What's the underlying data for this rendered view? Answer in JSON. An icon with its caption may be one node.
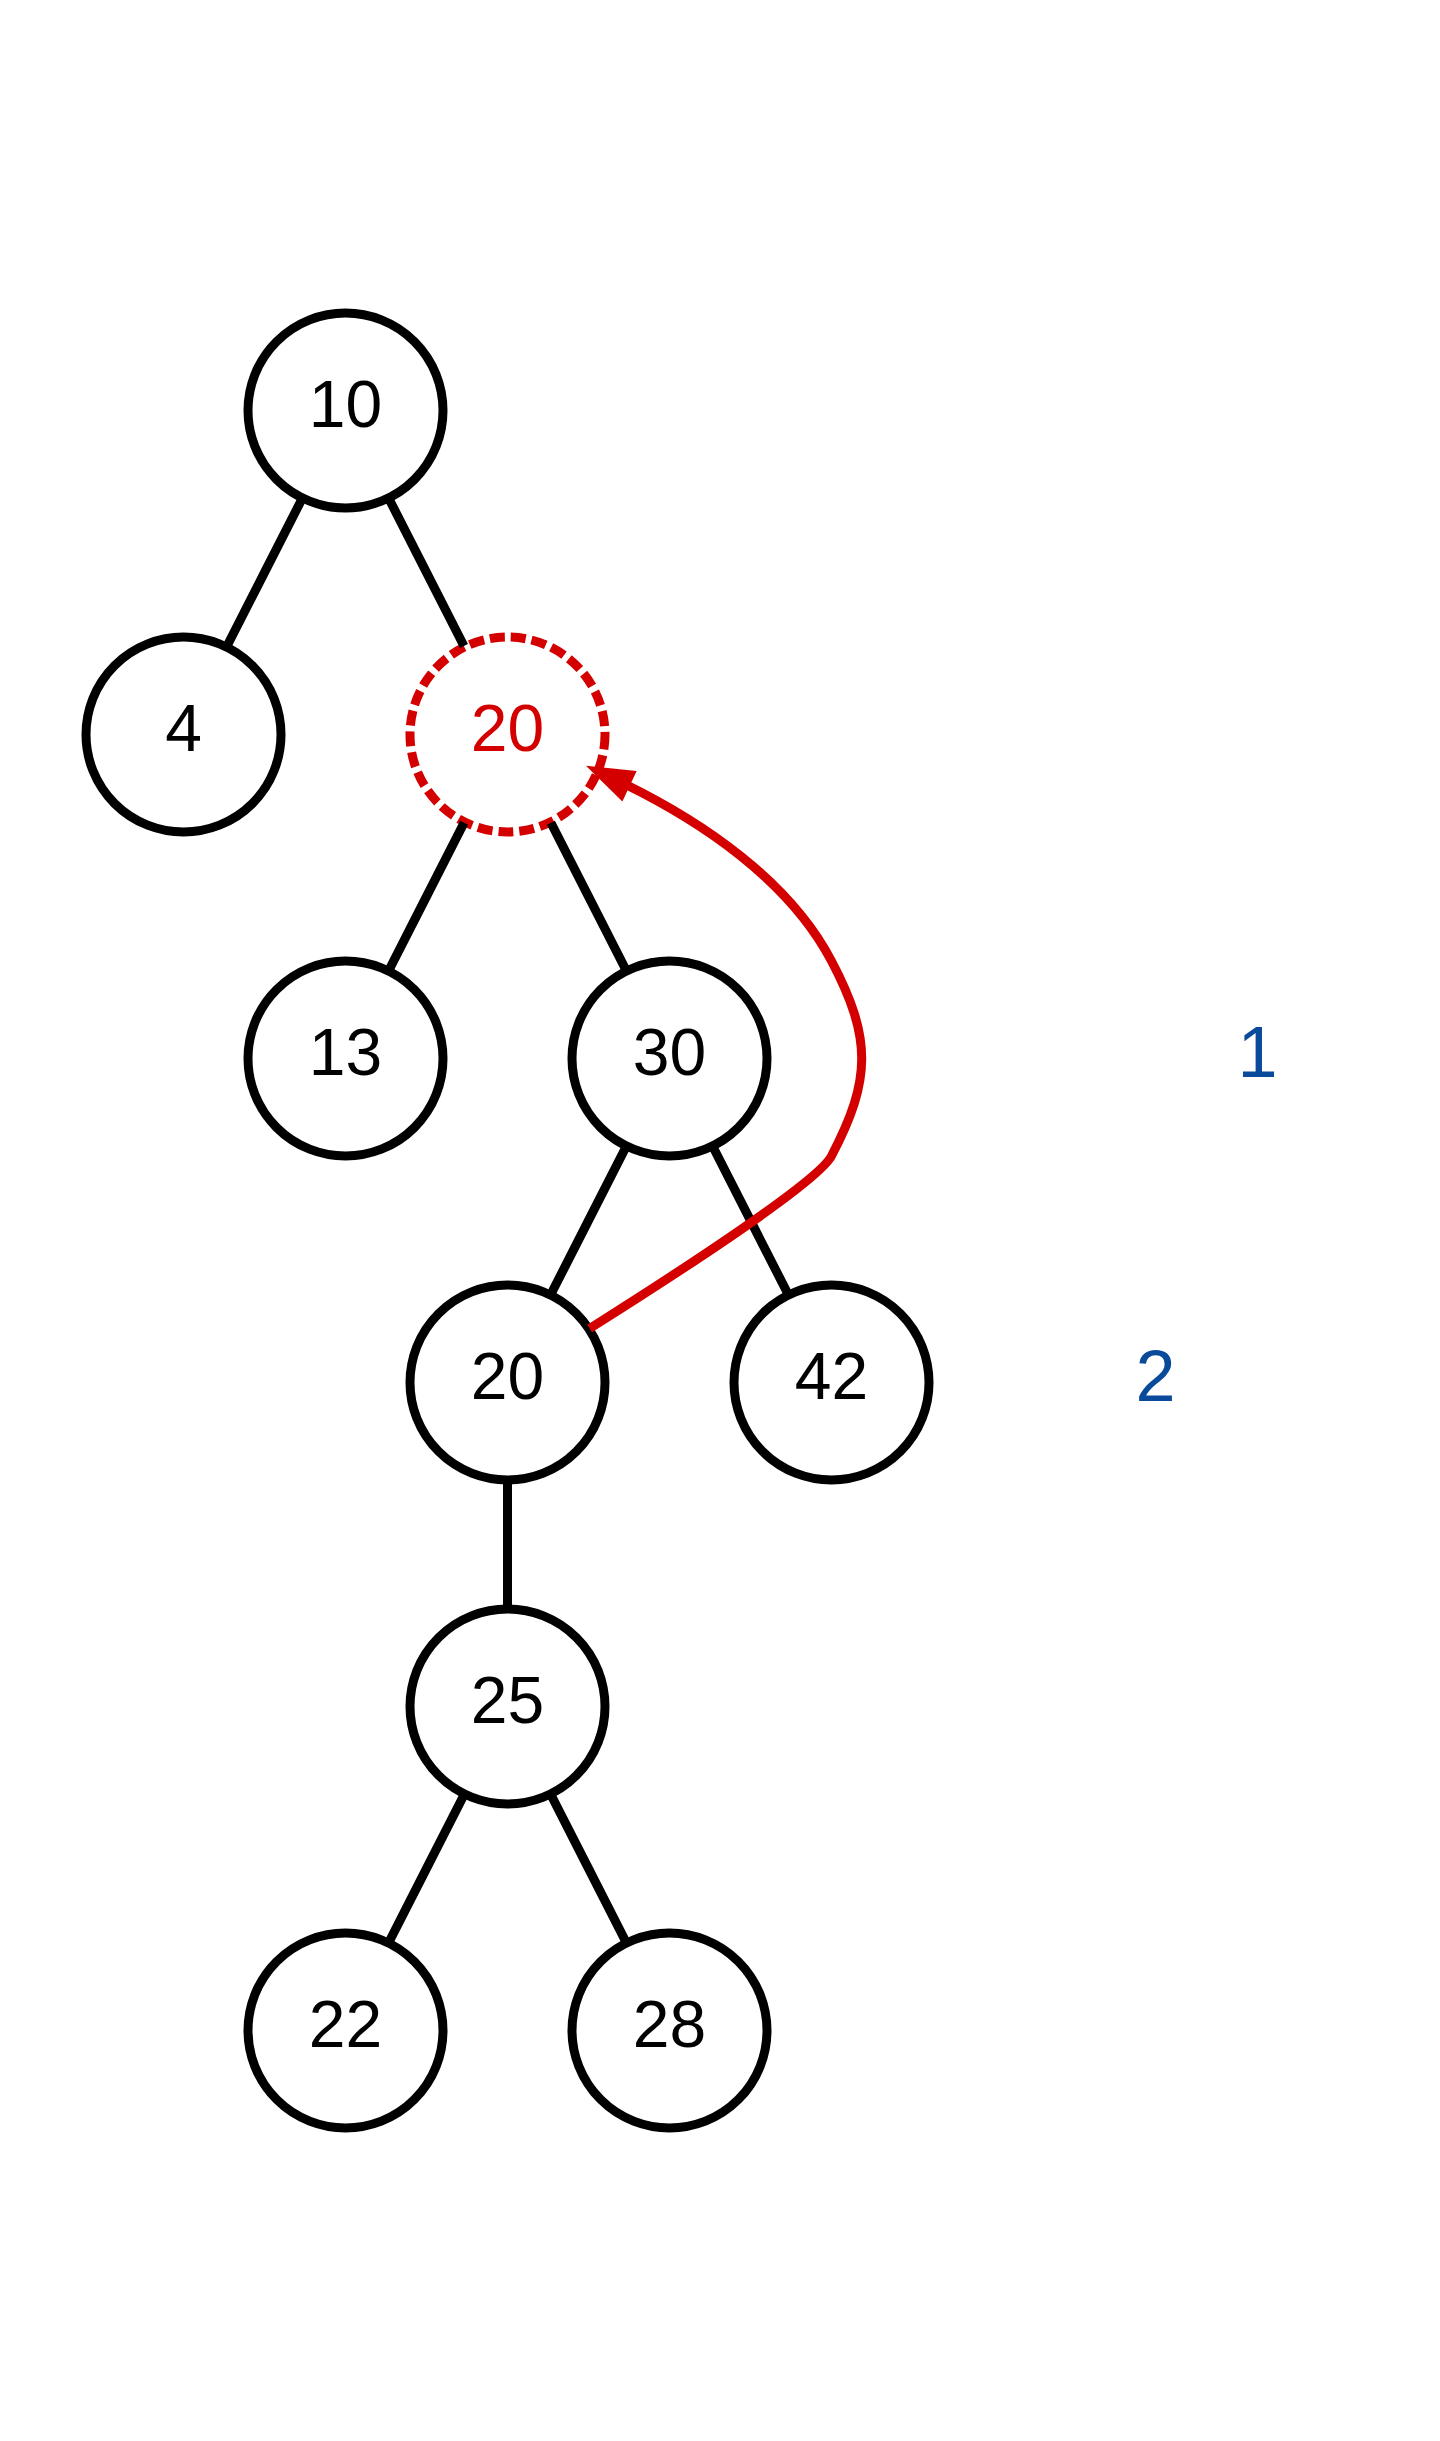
{
  "diagram": {
    "nodes": [
      {
        "text": [
          "10"
        ]
      },
      {
        "text": [
          "4"
        ]
      },
      {
        "text": [
          "20"
        ]
      },
      {
        "text": [
          "13"
        ]
      },
      {
        "text": [
          "30"
        ]
      },
      {
        "text": [
          "20"
        ]
      },
      {
        "text": [
          "42"
        ]
      },
      {
        "text": [
          "25"
        ]
      },
      {
        "text": [
          "22"
        ]
      },
      {
        "text": [
          "28"
        ]
      }
    ],
    "edges": [
      {
        "from": 0,
        "to": 1,
        "arrow": "none"
      },
      {
        "from": 0,
        "to": 2,
        "arrow": "none"
      },
      {
        "from": 2,
        "to": 3,
        "arrow": "none"
      },
      {
        "from": 2,
        "to": 4,
        "arrow": "none"
      },
      {
        "from": 4,
        "to": 5,
        "arrow": "none"
      },
      {
        "from": 4,
        "to": 6,
        "arrow": "none"
      },
      {
        "from": 5,
        "to": 7,
        "arrow": "none"
      },
      {
        "from": 7,
        "to": 8,
        "arrow": "none"
      },
      {
        "from": 7,
        "to": 9,
        "arrow": "none"
      },
      {
        "from": 5,
        "to": 2,
        "arrow": "to",
        "color": "#d40000"
      }
    ],
    "labels": [
      "1",
      "2"
    ]
  }
}
